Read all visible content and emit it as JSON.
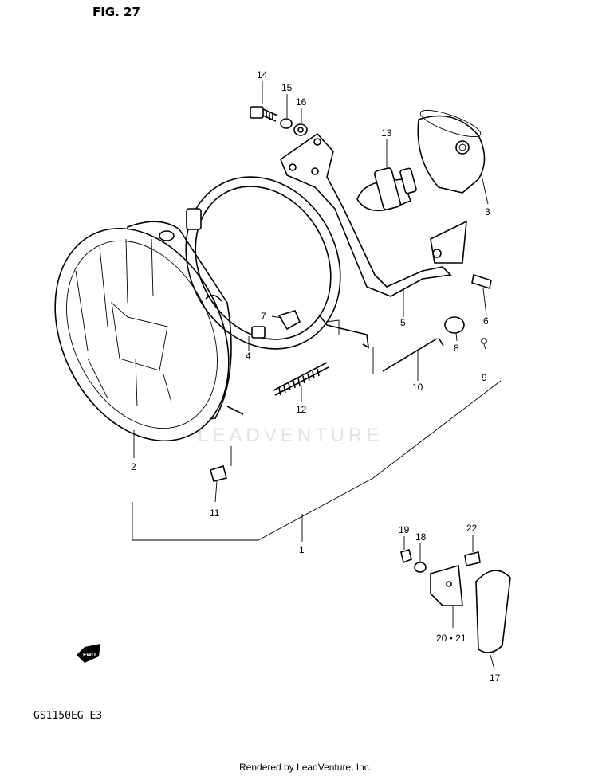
{
  "figure": {
    "title": "FIG. 27"
  },
  "model_code": "GS1150EG E3",
  "watermark": "LEADVENTURE",
  "footer": "Rendered by LeadVenture, Inc.",
  "fwd_label": "FWD",
  "callouts": {
    "c1": "1",
    "c2": "2",
    "c3": "3",
    "c4": "4",
    "c5": "5",
    "c6": "6",
    "c7": "7",
    "c8": "8",
    "c9": "9",
    "c10": "10",
    "c11": "11",
    "c12": "12",
    "c13": "13",
    "c14": "14",
    "c15": "15",
    "c16": "16",
    "c17": "17",
    "c18": "18",
    "c19": "19",
    "c20_21": "20 • 21",
    "c22": "22"
  }
}
